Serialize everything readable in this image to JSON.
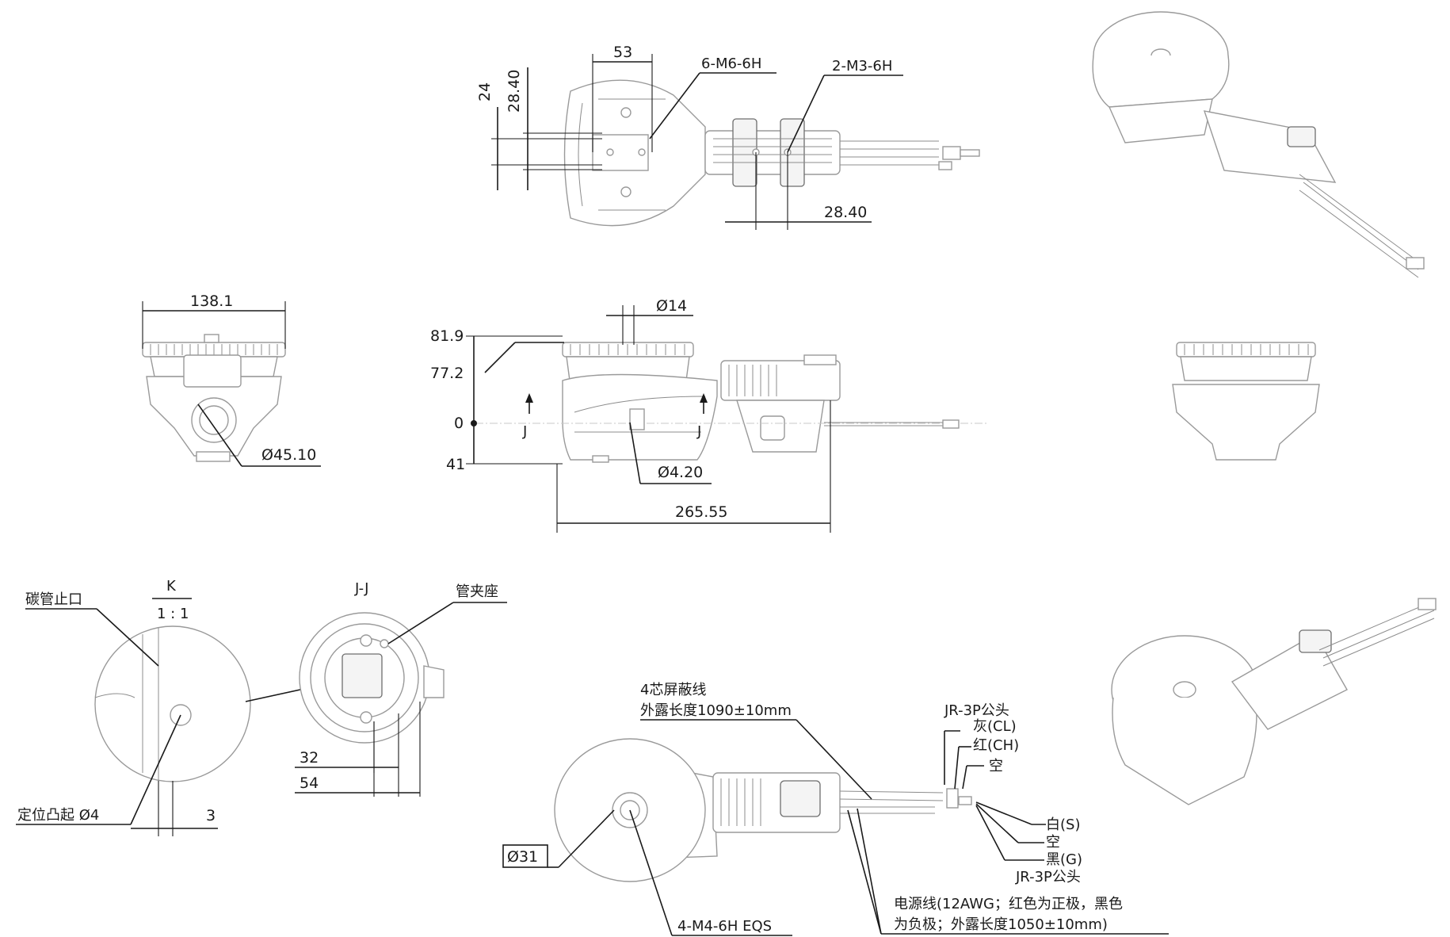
{
  "labels": {
    "top_width": "53",
    "top_thread_m6": "6-M6-6H",
    "top_thread_m3": "2-M3-6H",
    "top_h24": "24",
    "top_h2840": "28.40",
    "top_w2840": "28.40",
    "front_width": "138.1",
    "front_bore": "Ø45.10",
    "side_shaft": "Ø14",
    "side_819": "81.9",
    "side_772": "77.2",
    "side_0": "0",
    "side_41": "41",
    "section_j_left": "J",
    "section_j_right": "J",
    "side_pin": "Ø4.20",
    "side_length": "265.55",
    "detail_k": "K",
    "detail_scale": "1 : 1",
    "detail_carbon_stop": "碳管止口",
    "detail_boss": "定位凸起 Ø4",
    "detail_3": "3",
    "section_jj": "J-J",
    "pipe_clamp": "管夹座",
    "jj_32": "32",
    "jj_54": "54",
    "cable_4core": "4芯屏蔽线",
    "cable_4core_len": "外露长度1090±10mm",
    "jr3p_top": "JR-3P公头",
    "pin_grey": "灰(CL)",
    "pin_red": "红(CH)",
    "pin_empty_top": "空",
    "pin_white": "白(S)",
    "pin_empty_bottom": "空",
    "pin_black": "黑(G)",
    "jr3p_bottom": "JR-3P公头",
    "iso_flange": "Ø31",
    "iso_thread": "4-M4-6H EQS",
    "power_line1": "电源线(12AWG；红色为正极，黑色",
    "power_line2": "为负极；外露长度1050±10mm)"
  }
}
